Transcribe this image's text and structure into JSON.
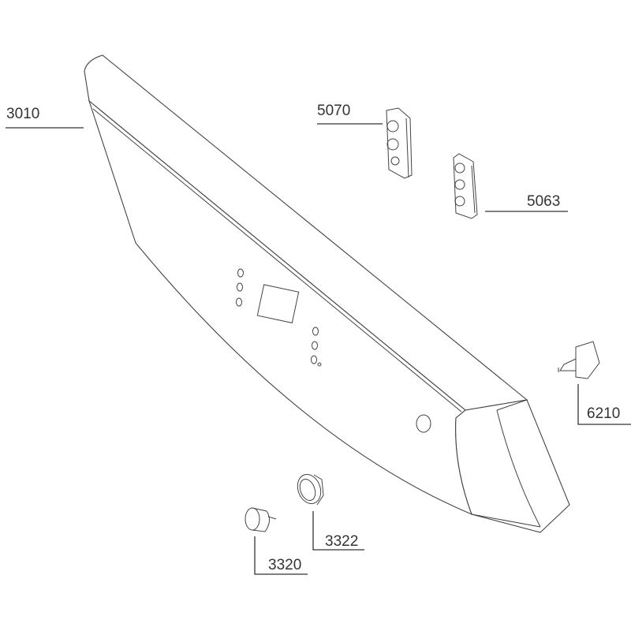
{
  "diagram": {
    "title": "Control panel exploded parts diagram",
    "parts": [
      {
        "id": "3010",
        "label": "3010"
      },
      {
        "id": "5070",
        "label": "5070"
      },
      {
        "id": "5063",
        "label": "5063"
      },
      {
        "id": "6210",
        "label": "6210"
      },
      {
        "id": "3322",
        "label": "3322"
      },
      {
        "id": "3320",
        "label": "3320"
      }
    ]
  }
}
